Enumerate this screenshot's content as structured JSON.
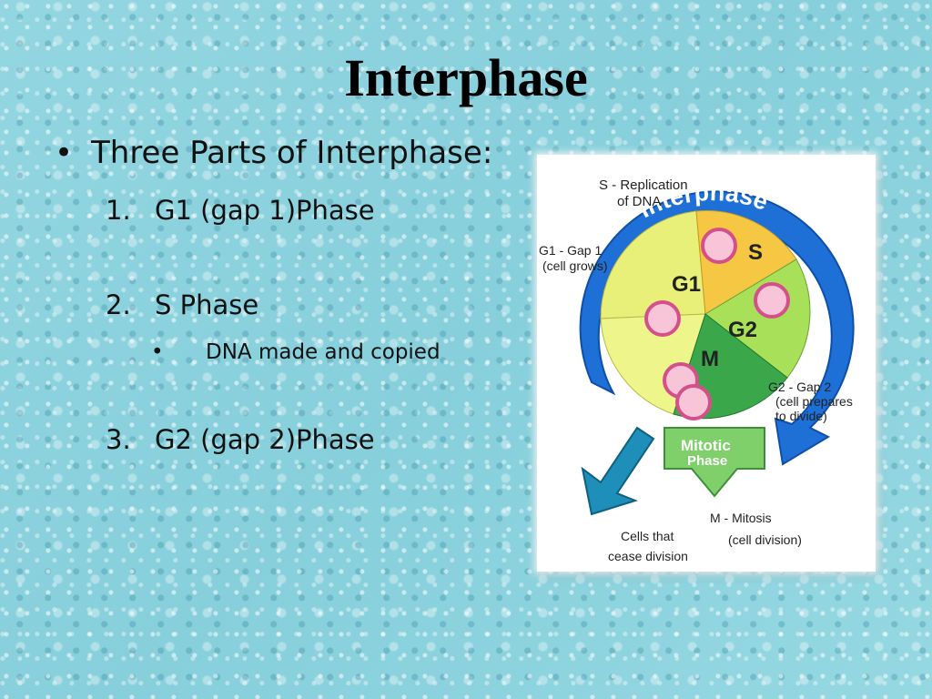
{
  "slide": {
    "title": "Interphase",
    "bullet": "Three Parts of Interphase:",
    "items": [
      {
        "num": "1.",
        "text": "G1 (gap 1)Phase"
      },
      {
        "num": "2.",
        "text": "S Phase"
      },
      {
        "num": "3.",
        "text": "G2 (gap 2)Phase"
      }
    ],
    "subbullet": "DNA made and copied"
  },
  "diagram": {
    "s_label_1": "S - Replication",
    "s_label_2": "of DNA",
    "g1_label_1": "G1 - Gap 1",
    "g1_label_2": "(cell grows)",
    "g2_label_1": "G2 - Gap 2",
    "g2_label_2": "(cell prepares",
    "g2_label_3": "to divide)",
    "m_label_1": "M - Mitosis",
    "m_label_2": "(cell division)",
    "cease_label_1": "Cells that",
    "cease_label_2": "cease division",
    "interphase_arc": "Interphase",
    "mitotic_1": "Mitotic",
    "mitotic_2": "Phase",
    "seg_g1": "G1",
    "seg_s": "S",
    "seg_g2": "G2",
    "seg_m": "M",
    "colors": {
      "arrow_blue": "#1e6fd6",
      "g1": "#e8f07a",
      "s": "#f5c742",
      "g2": "#a8e05a",
      "m": "#3aa84a",
      "cell": "#e46fa0"
    }
  }
}
